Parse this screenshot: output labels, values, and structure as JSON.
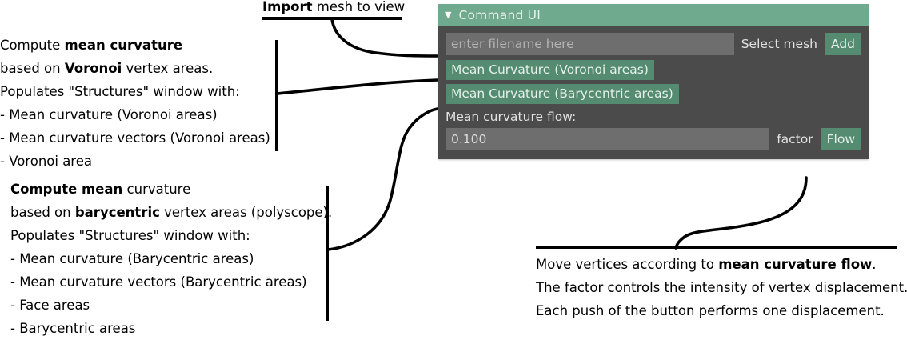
{
  "annotations": {
    "import": {
      "bold": "Import",
      "rest": " mesh to view"
    },
    "voronoi": {
      "lines": [
        [
          {
            "t": "Compute ",
            "b": false
          },
          {
            "t": "mean curvature",
            "b": true
          }
        ],
        [
          {
            "t": "based on ",
            "b": false
          },
          {
            "t": "Voronoi",
            "b": true
          },
          {
            "t": " vertex areas.",
            "b": false
          }
        ],
        [
          {
            "t": "Populates \"Structures\" window with:",
            "b": false
          }
        ],
        [
          {
            "t": "- Mean curvature (Voronoi areas)",
            "b": false
          }
        ],
        [
          {
            "t": "- Mean curvature vectors (Voronoi areas)",
            "b": false
          }
        ],
        [
          {
            "t": "- Voronoi area",
            "b": false
          }
        ]
      ]
    },
    "barycentric": {
      "lines": [
        [
          {
            "t": "Compute mean",
            "b": true
          },
          {
            "t": " curvature",
            "b": false
          }
        ],
        [
          {
            "t": "based on ",
            "b": false
          },
          {
            "t": "barycentric",
            "b": true
          },
          {
            "t": " vertex areas (polyscope).",
            "b": false
          }
        ],
        [
          {
            "t": "Populates \"Structures\" window with:",
            "b": false
          }
        ],
        [
          {
            "t": "- Mean curvature (Barycentric areas)",
            "b": false
          }
        ],
        [
          {
            "t": "- Mean curvature vectors (Barycentric areas)",
            "b": false
          }
        ],
        [
          {
            "t": "- Face areas",
            "b": false
          }
        ],
        [
          {
            "t": "- Barycentric areas",
            "b": false
          }
        ]
      ]
    },
    "flow": {
      "lines": [
        [
          {
            "t": "Move vertices according to ",
            "b": false
          },
          {
            "t": "mean curvature flow",
            "b": true
          },
          {
            "t": ".",
            "b": false
          }
        ],
        [
          {
            "t": "The factor controls the intensity of vertex displacement.",
            "b": false
          }
        ],
        [
          {
            "t": "Each push of the button performs one displacement.",
            "b": false
          }
        ]
      ]
    }
  },
  "command_ui": {
    "title": "Command UI",
    "caret_glyph": "▼",
    "filename_field": {
      "value": "",
      "placeholder": "enter filename here"
    },
    "select_mesh_label": "Select mesh",
    "add_button": "Add",
    "voronoi_button": "Mean Curvature (Voronoi areas)",
    "barycentric_button": "Mean Curvature (Barycentric areas)",
    "flow_section_label": "Mean curvature flow:",
    "factor_field": {
      "value": "0.100"
    },
    "factor_label": "factor",
    "flow_button": "Flow"
  },
  "colors": {
    "panel_bg": "#4b4b4b",
    "header_green": "#6fa98e",
    "button_green": "#558b71",
    "field_gray": "#6e6e6e",
    "text_light": "#e2e2e2",
    "ink": "#000000"
  }
}
